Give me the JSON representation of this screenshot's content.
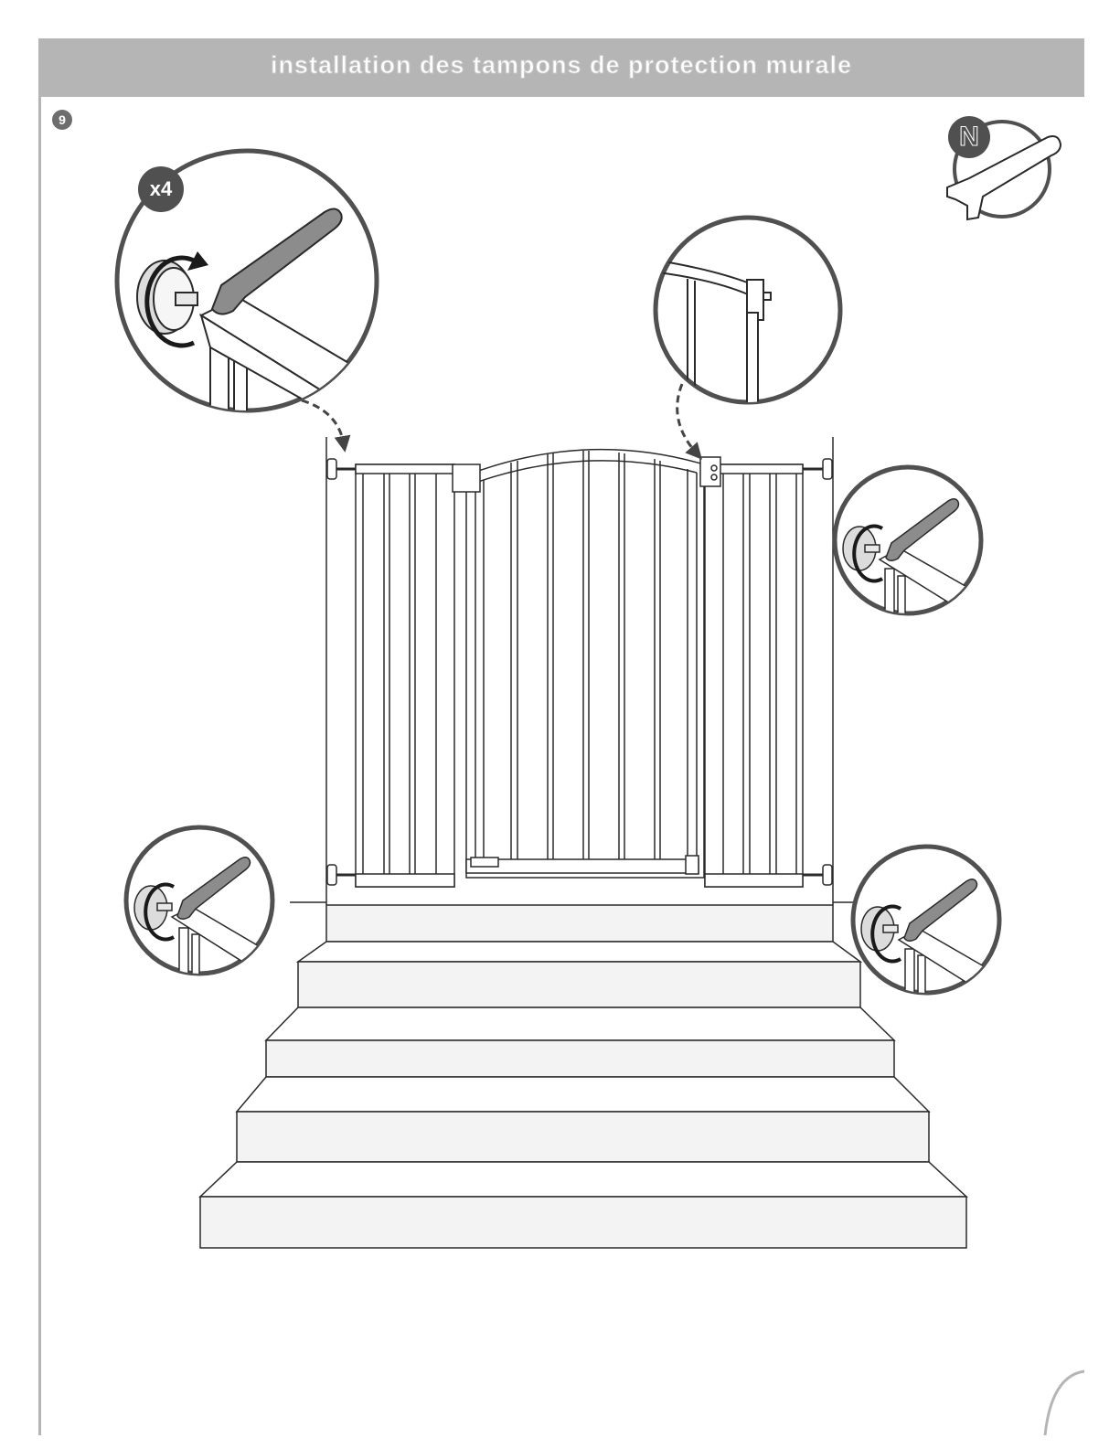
{
  "header": {
    "title": "installation des tampons de protection murale"
  },
  "step": {
    "number": "9"
  },
  "quantity_badge": {
    "label": "x4"
  },
  "part_badge": {
    "label": "N"
  },
  "colors": {
    "header_bg": "#b5b5b5",
    "badge_dark": "#505050",
    "line": "#2a2a2a",
    "step_fill": "#f3f3f3"
  }
}
